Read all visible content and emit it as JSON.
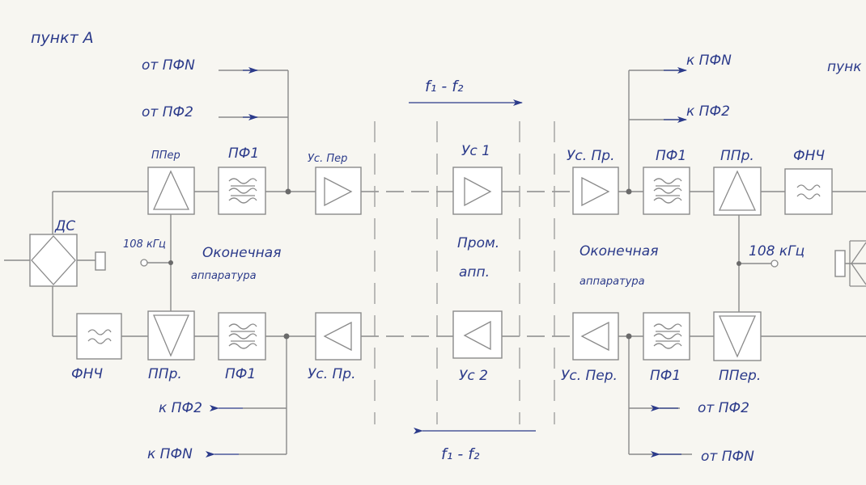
{
  "labels": {
    "point_a": "пункт А",
    "point_b": "пунк",
    "top_freq": "f₁ - f₂",
    "bottom_freq": "f₁ - f₂",
    "left": {
      "from_pfn": "от ПФN",
      "from_pf2": "от ПФ2",
      "pper": "ППер",
      "pf1_top": "ПФ1",
      "us_per": "Ус. Пер",
      "ds": "ДС",
      "carrier": "108 кГц",
      "terminal_1": "Оконечная",
      "terminal_2": "аппаратура",
      "fnch": "ФНЧ",
      "ppr": "ППр.",
      "pf1_bottom": "ПФ1",
      "us_pr": "Ус. Пр.",
      "to_pf2": "к ПФ2",
      "to_pfn": "к ПФN"
    },
    "middle": {
      "us1": "Ус 1",
      "us2": "Ус 2",
      "prom_1": "Пром.",
      "prom_2": "апп."
    },
    "right": {
      "to_pfn": "к ПФN",
      "to_pf2": "к ПФ2",
      "us_pr": "Ус. Пр.",
      "pf1_top": "ПФ1",
      "ppr": "ППр.",
      "fnch": "ФНЧ",
      "carrier": "108 кГц",
      "terminal_1": "Оконечная",
      "terminal_2": "аппаратура",
      "us_per": "Ус. Пер.",
      "pf1_bottom": "ПФ1",
      "pper": "ППер.",
      "from_pf2": "от ПФ2",
      "from_pfn": "от ПФN"
    }
  }
}
